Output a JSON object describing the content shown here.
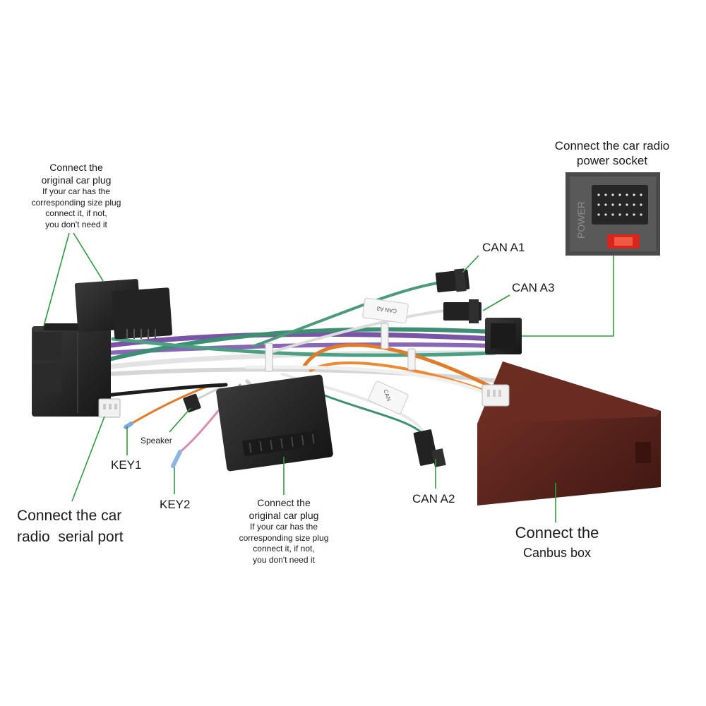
{
  "labels": {
    "orig_plug_top": {
      "line1": "Connect the",
      "line2": "original car plug",
      "note1": "If your car has the",
      "note2": "corresponding size plug",
      "note3": "connect it, if not,",
      "note4": "you don't need it"
    },
    "orig_plug_bottom": {
      "line1": "Connect the",
      "line2": "original car plug",
      "note1": "If your car has the",
      "note2": "corresponding size plug",
      "note3": "connect it, if not,",
      "note4": "you don't need it"
    },
    "power_socket": {
      "line1": "Connect the car radio",
      "line2": "power socket"
    },
    "can_a1": "CAN A1",
    "can_a3": "CAN A3",
    "can_a2": "CAN A2",
    "speaker": "Speaker",
    "key1": "KEY1",
    "key2": "KEY2",
    "serial_port": {
      "line1": "Connect the car",
      "line2": "radio  serial port"
    },
    "canbus_box": {
      "line1": "Connect the",
      "line2": "Canbus box"
    }
  },
  "part_text": {
    "power_label": "POWER",
    "can_tag_1": "CAN A3",
    "can_tag_2": "CAN"
  },
  "colors": {
    "leader_line": "#2e9a3e",
    "connector_black": "#262626",
    "canbus_box": "#5b241d",
    "fuse_red": "#d9261c",
    "wire_purple": "#7a55a6",
    "wire_green": "#3c8f72",
    "wire_orange": "#e07b2a",
    "wire_white": "#e9e9e9"
  }
}
